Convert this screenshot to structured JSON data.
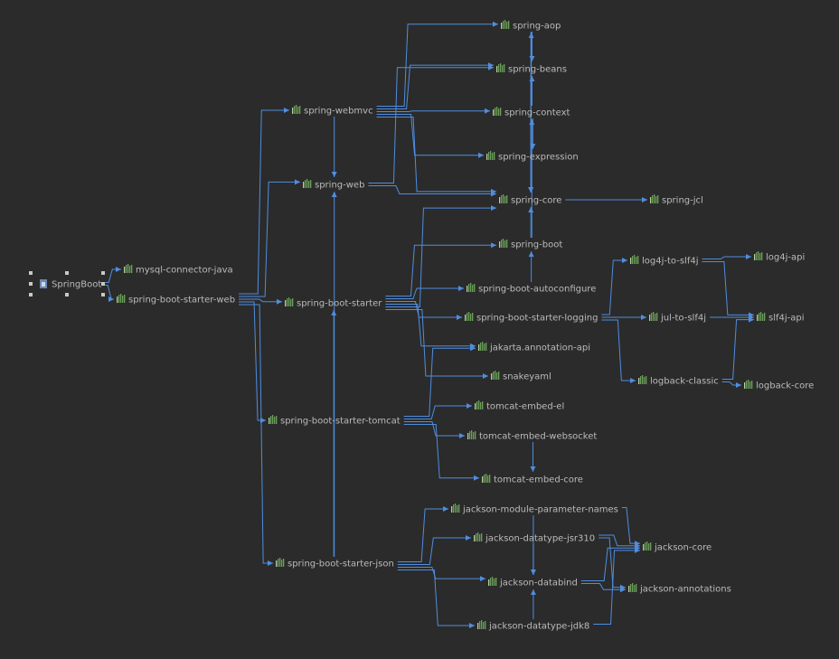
{
  "diagram": {
    "colors": {
      "background": "#2b2b2b",
      "edge": "#4f8ddf",
      "label": "#bbbbbb",
      "icon_bar": "#6a9f58",
      "icon_bar_light": "#b7cfa4",
      "root_icon": "#6a87b5"
    },
    "nodes": [
      {
        "id": "springboot",
        "label": "SpringBoot",
        "icon": "module-icon"
      },
      {
        "id": "mysql-connector-java",
        "label": "mysql-connector-java",
        "icon": "library-icon"
      },
      {
        "id": "spring-boot-starter-web",
        "label": "spring-boot-starter-web",
        "icon": "library-icon"
      },
      {
        "id": "spring-webmvc",
        "label": "spring-webmvc",
        "icon": "library-icon"
      },
      {
        "id": "spring-web",
        "label": "spring-web",
        "icon": "library-icon"
      },
      {
        "id": "spring-boot-starter",
        "label": "spring-boot-starter",
        "icon": "library-icon"
      },
      {
        "id": "spring-boot-starter-tomcat",
        "label": "spring-boot-starter-tomcat",
        "icon": "library-icon"
      },
      {
        "id": "spring-boot-starter-json",
        "label": "spring-boot-starter-json",
        "icon": "library-icon"
      },
      {
        "id": "spring-aop",
        "label": "spring-aop",
        "icon": "library-icon"
      },
      {
        "id": "spring-beans",
        "label": "spring-beans",
        "icon": "library-icon"
      },
      {
        "id": "spring-context",
        "label": "spring-context",
        "icon": "library-icon"
      },
      {
        "id": "spring-expression",
        "label": "spring-expression",
        "icon": "library-icon"
      },
      {
        "id": "spring-core",
        "label": "spring-core",
        "icon": "library-icon"
      },
      {
        "id": "spring-jcl",
        "label": "spring-jcl",
        "icon": "library-icon"
      },
      {
        "id": "spring-boot",
        "label": "spring-boot",
        "icon": "library-icon"
      },
      {
        "id": "spring-boot-autoconfigure",
        "label": "spring-boot-autoconfigure",
        "icon": "library-icon"
      },
      {
        "id": "spring-boot-starter-logging",
        "label": "spring-boot-starter-logging",
        "icon": "library-icon"
      },
      {
        "id": "jakarta.annotation-api",
        "label": "jakarta.annotation-api",
        "icon": "library-icon"
      },
      {
        "id": "snakeyaml",
        "label": "snakeyaml",
        "icon": "library-icon"
      },
      {
        "id": "log4j-to-slf4j",
        "label": "log4j-to-slf4j",
        "icon": "library-icon"
      },
      {
        "id": "log4j-api",
        "label": "log4j-api",
        "icon": "library-icon"
      },
      {
        "id": "jul-to-slf4j",
        "label": "jul-to-slf4j",
        "icon": "library-icon"
      },
      {
        "id": "slf4j-api",
        "label": "slf4j-api",
        "icon": "library-icon"
      },
      {
        "id": "logback-classic",
        "label": "logback-classic",
        "icon": "library-icon"
      },
      {
        "id": "logback-core",
        "label": "logback-core",
        "icon": "library-icon"
      },
      {
        "id": "tomcat-embed-el",
        "label": "tomcat-embed-el",
        "icon": "library-icon"
      },
      {
        "id": "tomcat-embed-websocket",
        "label": "tomcat-embed-websocket",
        "icon": "library-icon"
      },
      {
        "id": "tomcat-embed-core",
        "label": "tomcat-embed-core",
        "icon": "library-icon"
      },
      {
        "id": "jackson-module-parameter-names",
        "label": "jackson-module-parameter-names",
        "icon": "library-icon"
      },
      {
        "id": "jackson-datatype-jsr310",
        "label": "jackson-datatype-jsr310",
        "icon": "library-icon"
      },
      {
        "id": "jackson-databind",
        "label": "jackson-databind",
        "icon": "library-icon"
      },
      {
        "id": "jackson-datatype-jdk8",
        "label": "jackson-datatype-jdk8",
        "icon": "library-icon"
      },
      {
        "id": "jackson-core",
        "label": "jackson-core",
        "icon": "library-icon"
      },
      {
        "id": "jackson-annotations",
        "label": "jackson-annotations",
        "icon": "library-icon"
      }
    ],
    "edges": [
      [
        "springboot",
        "mysql-connector-java"
      ],
      [
        "springboot",
        "spring-boot-starter-web"
      ],
      [
        "spring-boot-starter-web",
        "spring-webmvc"
      ],
      [
        "spring-boot-starter-web",
        "spring-web"
      ],
      [
        "spring-boot-starter-web",
        "spring-boot-starter"
      ],
      [
        "spring-boot-starter-web",
        "spring-boot-starter-tomcat"
      ],
      [
        "spring-boot-starter-web",
        "spring-boot-starter-json"
      ],
      [
        "spring-webmvc",
        "spring-web"
      ],
      [
        "spring-webmvc",
        "spring-aop"
      ],
      [
        "spring-webmvc",
        "spring-beans"
      ],
      [
        "spring-webmvc",
        "spring-context"
      ],
      [
        "spring-webmvc",
        "spring-expression"
      ],
      [
        "spring-webmvc",
        "spring-core"
      ],
      [
        "spring-web",
        "spring-beans"
      ],
      [
        "spring-web",
        "spring-core"
      ],
      [
        "spring-aop",
        "spring-beans"
      ],
      [
        "spring-aop",
        "spring-core"
      ],
      [
        "spring-beans",
        "spring-core"
      ],
      [
        "spring-context",
        "spring-aop"
      ],
      [
        "spring-context",
        "spring-beans"
      ],
      [
        "spring-context",
        "spring-expression"
      ],
      [
        "spring-context",
        "spring-core"
      ],
      [
        "spring-expression",
        "spring-core"
      ],
      [
        "spring-core",
        "spring-jcl"
      ],
      [
        "spring-boot",
        "spring-context"
      ],
      [
        "spring-boot",
        "spring-core"
      ],
      [
        "spring-boot-autoconfigure",
        "spring-boot"
      ],
      [
        "spring-boot-starter",
        "spring-boot"
      ],
      [
        "spring-boot-starter",
        "spring-boot-autoconfigure"
      ],
      [
        "spring-boot-starter",
        "spring-boot-starter-logging"
      ],
      [
        "spring-boot-starter",
        "jakarta.annotation-api"
      ],
      [
        "spring-boot-starter",
        "spring-core"
      ],
      [
        "spring-boot-starter",
        "snakeyaml"
      ],
      [
        "spring-boot-starter-logging",
        "log4j-to-slf4j"
      ],
      [
        "spring-boot-starter-logging",
        "jul-to-slf4j"
      ],
      [
        "spring-boot-starter-logging",
        "logback-classic"
      ],
      [
        "log4j-to-slf4j",
        "log4j-api"
      ],
      [
        "log4j-to-slf4j",
        "slf4j-api"
      ],
      [
        "jul-to-slf4j",
        "slf4j-api"
      ],
      [
        "logback-classic",
        "slf4j-api"
      ],
      [
        "logback-classic",
        "logback-core"
      ],
      [
        "spring-boot-starter-tomcat",
        "jakarta.annotation-api"
      ],
      [
        "spring-boot-starter-tomcat",
        "tomcat-embed-el"
      ],
      [
        "spring-boot-starter-tomcat",
        "tomcat-embed-websocket"
      ],
      [
        "spring-boot-starter-tomcat",
        "tomcat-embed-core"
      ],
      [
        "tomcat-embed-websocket",
        "tomcat-embed-core"
      ],
      [
        "spring-boot-starter-json",
        "spring-boot-starter"
      ],
      [
        "spring-boot-starter-json",
        "spring-web"
      ],
      [
        "spring-boot-starter-json",
        "jackson-module-parameter-names"
      ],
      [
        "spring-boot-starter-json",
        "jackson-datatype-jsr310"
      ],
      [
        "spring-boot-starter-json",
        "jackson-databind"
      ],
      [
        "spring-boot-starter-json",
        "jackson-datatype-jdk8"
      ],
      [
        "jackson-module-parameter-names",
        "jackson-core"
      ],
      [
        "jackson-module-parameter-names",
        "jackson-databind"
      ],
      [
        "jackson-datatype-jsr310",
        "jackson-core"
      ],
      [
        "jackson-datatype-jsr310",
        "jackson-annotations"
      ],
      [
        "jackson-datatype-jsr310",
        "jackson-databind"
      ],
      [
        "jackson-databind",
        "jackson-core"
      ],
      [
        "jackson-databind",
        "jackson-annotations"
      ],
      [
        "jackson-datatype-jdk8",
        "jackson-core"
      ],
      [
        "jackson-datatype-jdk8",
        "jackson-databind"
      ]
    ]
  }
}
